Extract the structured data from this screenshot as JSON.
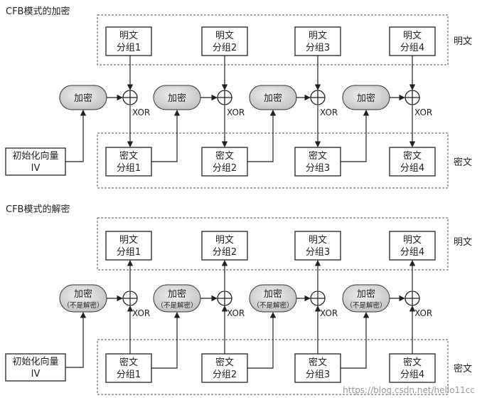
{
  "encrypt": {
    "title": "CFB模式的加密",
    "plaintext_label": "明文",
    "ciphertext_label": "密文",
    "iv_line1": "初始化向量",
    "iv_line2": "IV",
    "xor_label": "XOR",
    "enc_label": "加密",
    "plain_blocks": [
      {
        "l1": "明文",
        "l2": "分组1"
      },
      {
        "l1": "明文",
        "l2": "分组2"
      },
      {
        "l1": "明文",
        "l2": "分组3"
      },
      {
        "l1": "明文",
        "l2": "分组4"
      }
    ],
    "cipher_blocks": [
      {
        "l1": "密文",
        "l2": "分组1"
      },
      {
        "l1": "密文",
        "l2": "分组2"
      },
      {
        "l1": "密文",
        "l2": "分组3"
      },
      {
        "l1": "密文",
        "l2": "分组4"
      }
    ]
  },
  "decrypt": {
    "title": "CFB模式的解密",
    "plaintext_label": "明文",
    "ciphertext_label": "密文",
    "iv_line1": "初始化向量",
    "iv_line2": "IV",
    "xor_label": "XOR",
    "enc_label": "加密",
    "enc_sub": "（不是解密）",
    "plain_blocks": [
      {
        "l1": "明文",
        "l2": "分组1"
      },
      {
        "l1": "明文",
        "l2": "分组2"
      },
      {
        "l1": "明文",
        "l2": "分组3"
      },
      {
        "l1": "明文",
        "l2": "分组4"
      }
    ],
    "cipher_blocks": [
      {
        "l1": "密文",
        "l2": "分组1"
      },
      {
        "l1": "密文",
        "l2": "分组2"
      },
      {
        "l1": "密文",
        "l2": "分组3"
      },
      {
        "l1": "密文",
        "l2": "分组4"
      }
    ]
  },
  "watermark": "https://blog.csdn.net/hello11cc"
}
